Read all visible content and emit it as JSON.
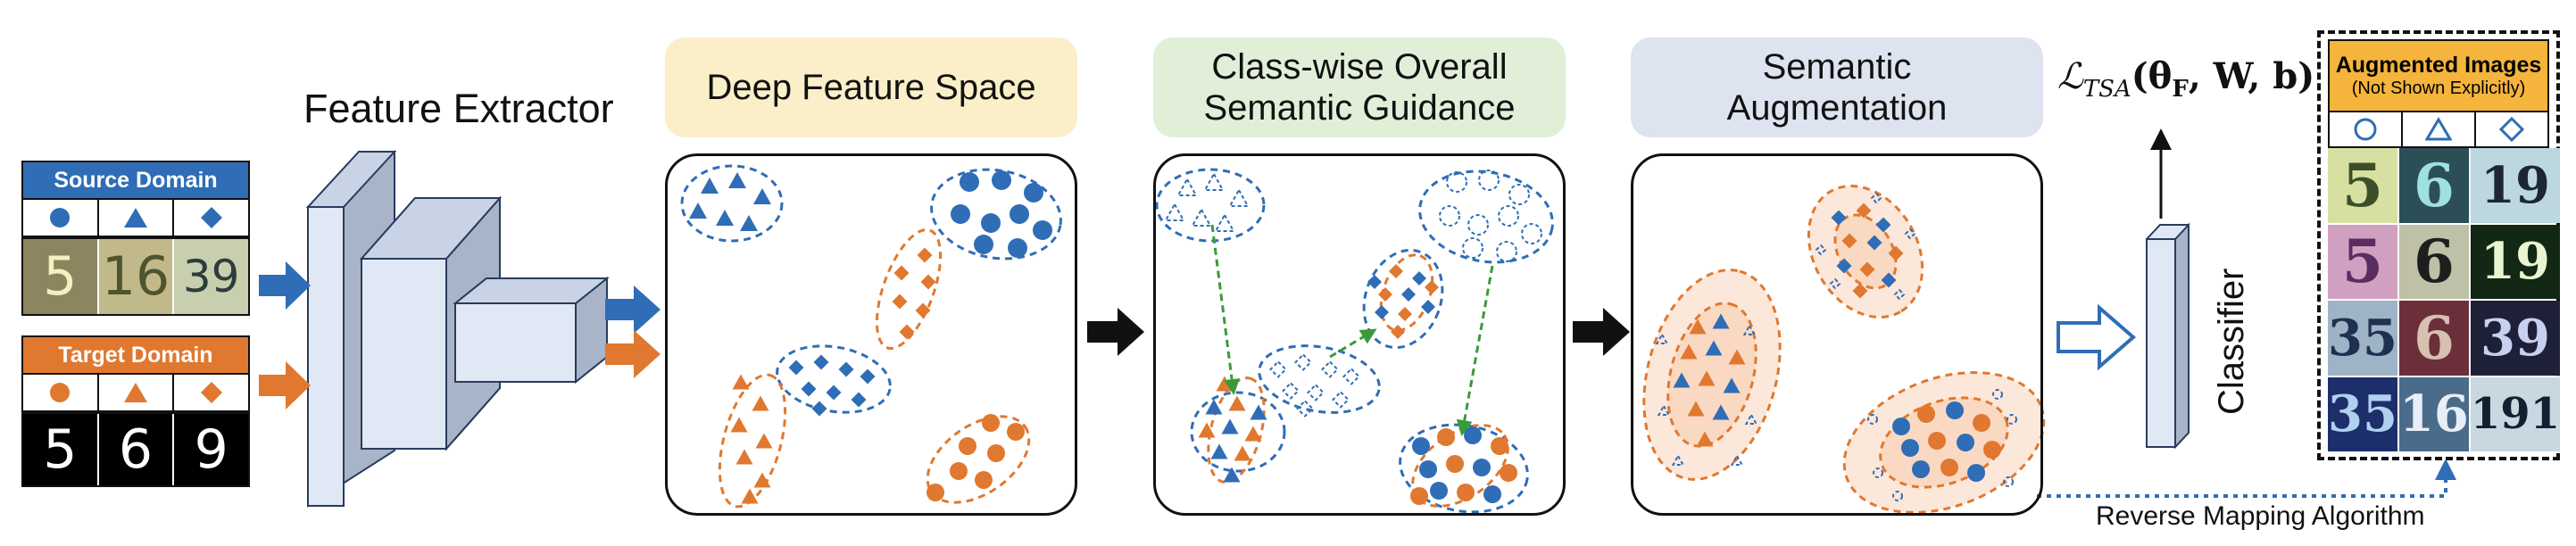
{
  "feature_extractor": {
    "label": "Feature Extractor"
  },
  "source_domain": {
    "title": "Source Domain",
    "digits": [
      "5",
      "16",
      "39"
    ],
    "color": "#2f6db6"
  },
  "target_domain": {
    "title": "Target Domain",
    "digits": [
      "5",
      "6",
      "9"
    ],
    "color": "#e0782f"
  },
  "stages": {
    "deep_feature_space": "Deep Feature Space",
    "class_wise_line1": "Class-wise Overall",
    "class_wise_line2": "Semantic Guidance",
    "semantic_aug_line1": "Semantic",
    "semantic_aug_line2": "Augmentation"
  },
  "loss": {
    "prefix": "ℒ",
    "subscript": "TSA",
    "args": "(θ",
    "args_sub": "F",
    "args_rest": ", W, b)"
  },
  "classifier": {
    "label": "Classifier"
  },
  "augmented_images": {
    "title": "Augmented Images",
    "subtitle": "(Not Shown Explicitly)",
    "digits": [
      [
        "5",
        "6",
        "19"
      ],
      [
        "5",
        "6",
        "19"
      ],
      [
        "35",
        "6",
        "39"
      ],
      [
        "35",
        "16",
        "191"
      ]
    ]
  },
  "reverse_mapping": {
    "label": "Reverse Mapping Algorithm"
  },
  "colors": {
    "blue": "#2f6db6",
    "orange": "#e0782f",
    "tag_yellow": "#fbefc9",
    "tag_green": "#e1efd9",
    "tag_blue": "#dde3ef",
    "aug_header": "#f5b43c"
  }
}
